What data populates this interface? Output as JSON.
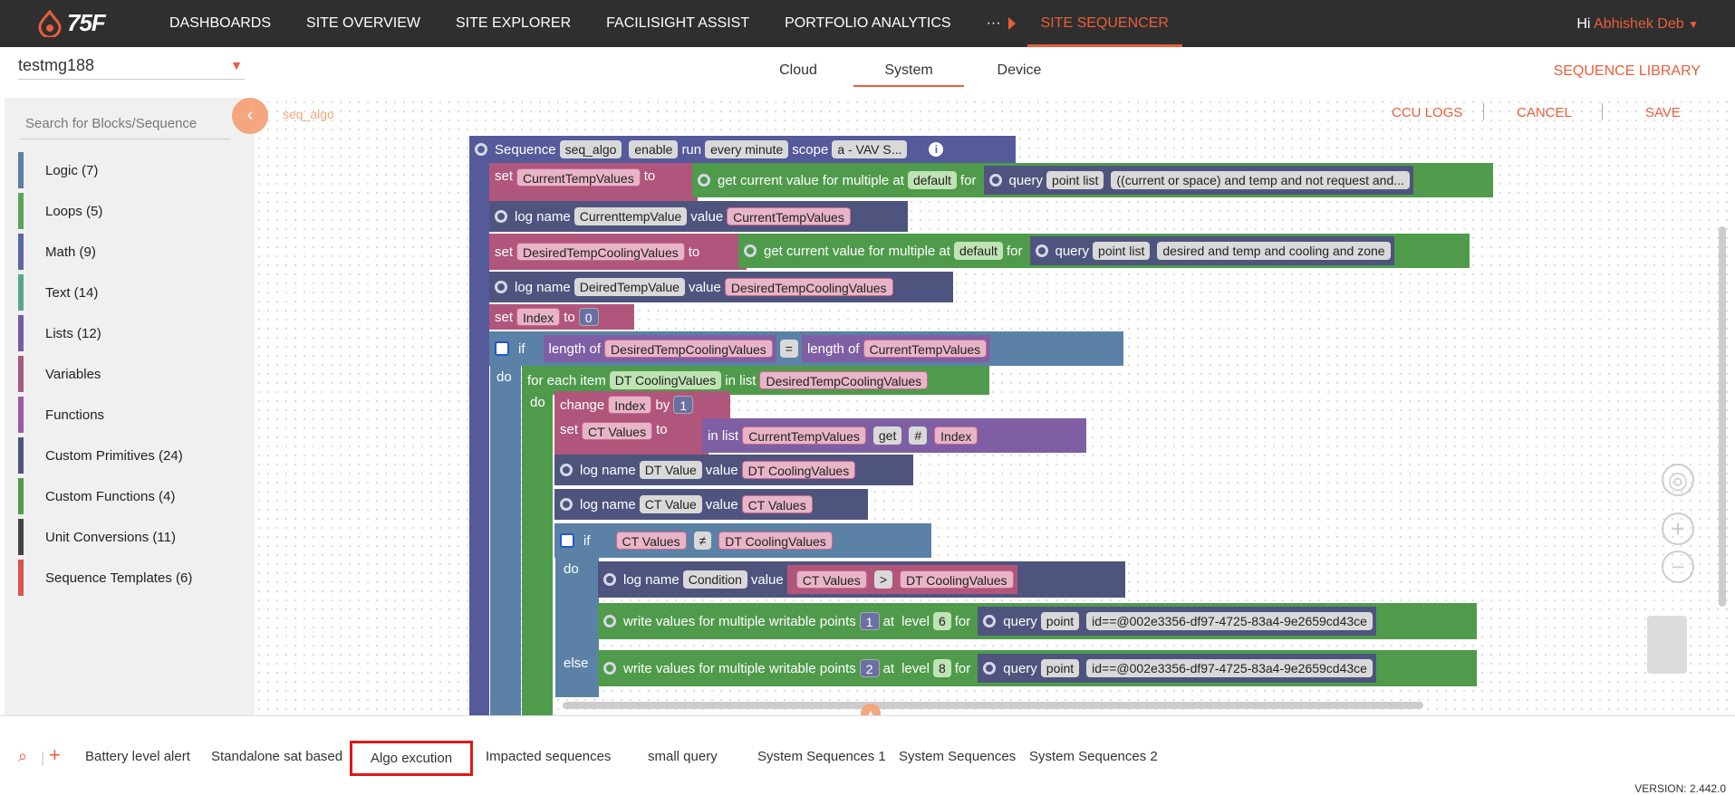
{
  "app": {
    "logo": "75F"
  },
  "nav": {
    "items": [
      "DASHBOARDS",
      "SITE OVERVIEW",
      "SITE EXPLORER",
      "FACILISIGHT ASSIST",
      "PORTFOLIO ANALYTICS"
    ],
    "more": "···",
    "active": "SITE SEQUENCER"
  },
  "user": {
    "greeting": "Hi",
    "name": "Abhishek Deb"
  },
  "site": {
    "selected": "testmg188"
  },
  "tabs": [
    "Cloud",
    "System",
    "Device"
  ],
  "active_tab": "System",
  "sequence_library": "SEQUENCE LIBRARY",
  "sidebar": {
    "search_placeholder": "Search for Blocks/Sequence",
    "categories": [
      {
        "label": "Logic (7)",
        "color": "#5b80a5"
      },
      {
        "label": "Loops (5)",
        "color": "#5ba55b"
      },
      {
        "label": "Math (9)",
        "color": "#5b67a5"
      },
      {
        "label": "Text (14)",
        "color": "#5ba58c"
      },
      {
        "label": "Lists (12)",
        "color": "#745ba5"
      },
      {
        "label": "Variables",
        "color": "#a55b80"
      },
      {
        "label": "Functions",
        "color": "#995ba5"
      },
      {
        "label": "Custom Primitives (24)",
        "color": "#4f547e"
      },
      {
        "label": "Custom Functions (4)",
        "color": "#4f9b4b"
      },
      {
        "label": "Unit Conversions (11)",
        "color": "#444444"
      },
      {
        "label": "Sequence Templates (6)",
        "color": "#d9534f"
      }
    ]
  },
  "workspace": {
    "sequence_name": "seq_algo",
    "actions": {
      "ccu_logs": "CCU LOGS",
      "cancel": "CANCEL",
      "save": "SAVE"
    }
  },
  "blocks": {
    "seq": {
      "title": "Sequence",
      "name": "seq_algo",
      "enable": "enable",
      "run": "run",
      "freq": "every minute",
      "scope_label": "scope",
      "scope": "a - VAV S..."
    },
    "b1": {
      "set": "set",
      "var": "CurrentTempValues",
      "to": "to",
      "get": "get current value for multiple at",
      "level": "default",
      "for": "for",
      "query": "query",
      "list": "point list",
      "expr": "((current or space) and temp and not request and..."
    },
    "b2": {
      "log": "log name",
      "name": "CurrenttempValue",
      "value": "value",
      "var": "CurrentTempValues"
    },
    "b3": {
      "set": "set",
      "var": "DesiredTempCoolingValues",
      "to": "to",
      "get": "get current value for multiple at",
      "level": "default",
      "for": "for",
      "query": "query",
      "list": "point list",
      "expr": "desired and temp and cooling and zone"
    },
    "b4": {
      "log": "log name",
      "name": "DeiredTempValue",
      "value": "value",
      "var": "DesiredTempCoolingValues"
    },
    "b5": {
      "set": "set",
      "var": "Index",
      "to": "to",
      "num": "0"
    },
    "b6": {
      "if": "if",
      "len1": "length of",
      "a": "DesiredTempCoolingValues",
      "op": "=",
      "len2": "length of",
      "b": "CurrentTempValues",
      "do": "do"
    },
    "b7": {
      "foreach": "for each item",
      "item": "DT CoolingValues",
      "inlist": "in list",
      "list": "DesiredTempCoolingValues",
      "do": "do"
    },
    "b8": {
      "change": "change",
      "var": "Index",
      "by": "by",
      "num": "1"
    },
    "b9": {
      "set": "set",
      "var": "CT Values",
      "to": "to",
      "inlist": "in list",
      "list": "CurrentTempValues",
      "get": "get",
      "hash": "#",
      "idx": "Index"
    },
    "b10": {
      "log": "log name",
      "name": "DT Value",
      "value": "value",
      "var": "DT CoolingValues"
    },
    "b11": {
      "log": "log name",
      "name": "CT Value",
      "value": "value",
      "var": "CT Values"
    },
    "b12": {
      "if": "if",
      "a": "CT Values",
      "op": "≠",
      "b": "DT CoolingValues",
      "do": "do",
      "else": "else"
    },
    "b13": {
      "log": "log name",
      "name": "Condition",
      "value": "value",
      "a": "CT Values",
      "op": ">",
      "b": "DT CoolingValues"
    },
    "b14": {
      "write": "write values for multiple writable points",
      "val": "1",
      "at": "at",
      "level": "level",
      "lvl": "6",
      "for": "for",
      "query": "query",
      "kind": "point",
      "expr": "id==@002e3356-df97-4725-83a4-9e2659cd43ce"
    },
    "b15": {
      "write": "write values for multiple writable points",
      "val": "2",
      "at": "at",
      "level": "level",
      "lvl": "8",
      "for": "for",
      "query": "query",
      "kind": "point",
      "expr": "id==@002e3356-df97-4725-83a4-9e2659cd43ce"
    }
  },
  "bottom_tabs": [
    "Battery level alert",
    "Standalone sat based",
    "Algo excution",
    "Impacted sequences",
    "small query",
    "System Sequences 1",
    "System Sequences",
    "System Sequences 2"
  ],
  "selected_bottom_tab": "Algo excution",
  "version": "VERSION: 2.442.0"
}
